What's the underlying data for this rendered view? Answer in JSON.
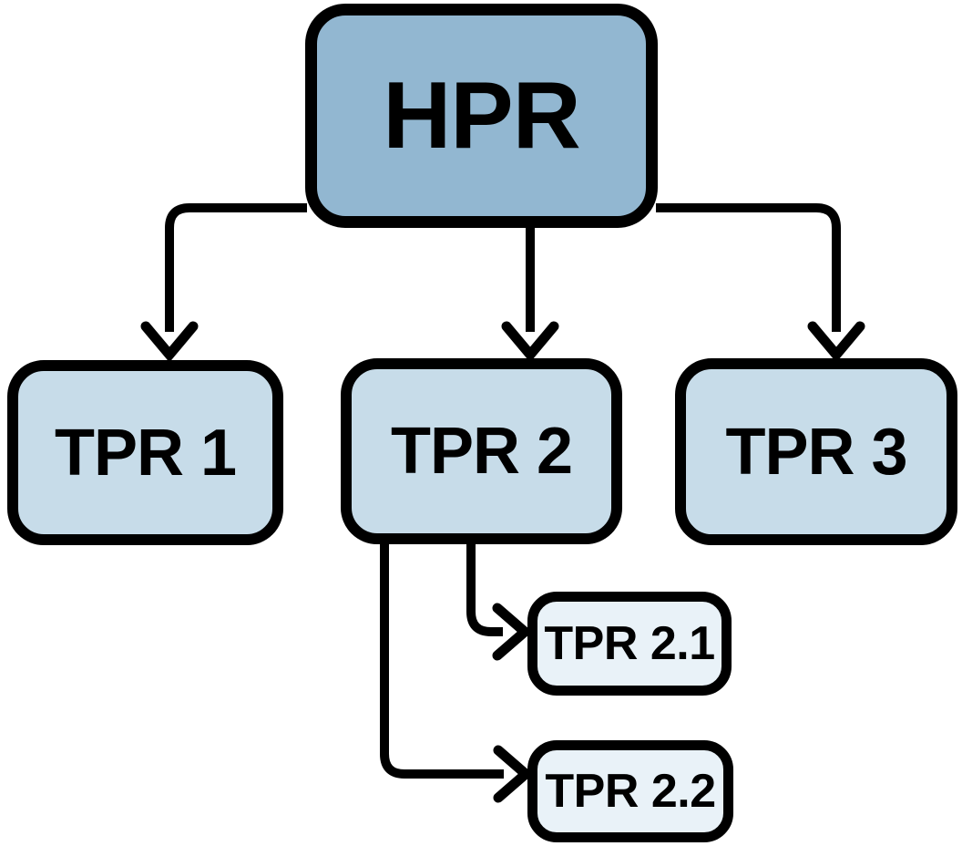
{
  "diagram": {
    "type": "hierarchy",
    "nodes": {
      "hpr": {
        "label": "HPR",
        "level": 1
      },
      "tpr1": {
        "label": "TPR 1",
        "level": 2
      },
      "tpr2": {
        "label": "TPR 2",
        "level": 2
      },
      "tpr3": {
        "label": "TPR 3",
        "level": 2
      },
      "tpr21": {
        "label": "TPR 2.1",
        "level": 3
      },
      "tpr22": {
        "label": "TPR 2.2",
        "level": 3
      }
    },
    "edges": [
      {
        "from": "HPR",
        "to": "TPR 1"
      },
      {
        "from": "HPR",
        "to": "TPR 2"
      },
      {
        "from": "HPR",
        "to": "TPR 3"
      },
      {
        "from": "TPR 2",
        "to": "TPR 2.1"
      },
      {
        "from": "TPR 2",
        "to": "TPR 2.2"
      }
    ],
    "colors": {
      "level1-fill": "#92b7d1",
      "level2-fill": "#c7dce9",
      "level3-fill": "#e9f2f8",
      "stroke": "#000000",
      "text": "#000000",
      "background": "#ffffff"
    }
  }
}
